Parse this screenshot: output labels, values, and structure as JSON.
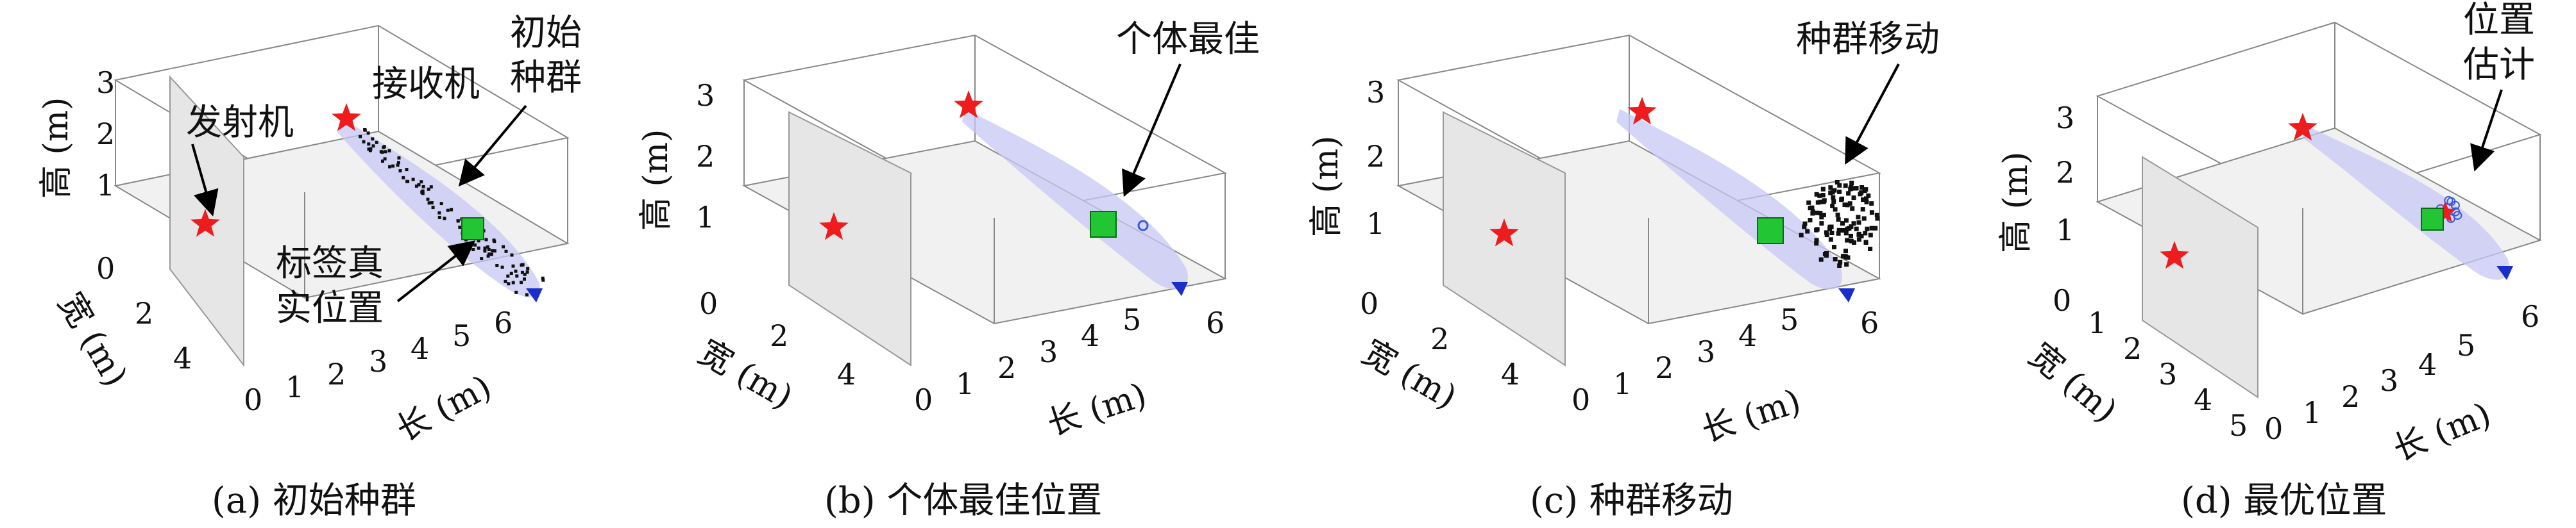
{
  "figure": {
    "panels": [
      {
        "id": "a",
        "caption": "(a) 初始种群",
        "annotations": {
          "transmitter": "发射机",
          "receiver": "接收机",
          "population_line1": "初始",
          "population_line2": "种群",
          "tag_line1": "标签真",
          "tag_line2": "实位置"
        }
      },
      {
        "id": "b",
        "caption": "(b) 个体最佳位置",
        "annotations": {
          "best": "个体最佳"
        }
      },
      {
        "id": "c",
        "caption": "(c) 种群移动",
        "annotations": {
          "moving": "种群移动"
        }
      },
      {
        "id": "d",
        "caption": "(d) 最优位置",
        "annotations": {
          "estimate_line1": "位置",
          "estimate_line2": "估计"
        }
      }
    ]
  },
  "chart_data": [
    {
      "type": "scatter",
      "panel": "a",
      "xlabel": "长 (m)",
      "ylabel": "宽 (m)",
      "zlabel": "高 (m)",
      "xticks": [
        "0",
        "1",
        "2",
        "3",
        "4",
        "5",
        "6"
      ],
      "yticks": [
        "0",
        "2",
        "4"
      ],
      "zticks": [
        "1",
        "2",
        "3"
      ],
      "xlim": [
        0,
        6
      ],
      "ylim": [
        0,
        4
      ],
      "zlim": [
        0,
        3
      ],
      "markers": [
        {
          "label": "发射机",
          "shape": "star",
          "color": "#ee1c1c",
          "x": 0,
          "y": 3.2,
          "z": 1.0
        },
        {
          "label": "接收机",
          "shape": "star",
          "color": "#ee1c1c",
          "x": 0.3,
          "y": 0.0,
          "z": 2.6
        },
        {
          "label": "标签真实位置",
          "shape": "square",
          "color": "#22c533",
          "x": 4.5,
          "y": 0.8,
          "z": 1.0
        },
        {
          "label": "",
          "shape": "triangle",
          "color": "#1a2ecc",
          "x": 5.8,
          "y": 0.9,
          "z": 0.4
        }
      ],
      "population": {
        "label": "初始种群",
        "count": 110,
        "color": "#111111",
        "spread": "along-ellipse"
      }
    },
    {
      "type": "scatter",
      "panel": "b",
      "xlabel": "长 (m)",
      "ylabel": "宽 (m)",
      "zlabel": "高 (m)",
      "xticks": [
        "0",
        "1",
        "2",
        "3",
        "4",
        "5",
        "6"
      ],
      "yticks": [
        "0",
        "2",
        "4"
      ],
      "zticks": [
        "1",
        "2",
        "3"
      ],
      "xlim": [
        0,
        6
      ],
      "ylim": [
        0,
        4
      ],
      "zlim": [
        0,
        3
      ],
      "markers": [
        {
          "label": "",
          "shape": "star",
          "color": "#ee1c1c",
          "x": 0,
          "y": 3.2,
          "z": 1.0
        },
        {
          "label": "",
          "shape": "star",
          "color": "#ee1c1c",
          "x": 0.3,
          "y": 0.0,
          "z": 2.6
        },
        {
          "label": "",
          "shape": "square",
          "color": "#22c533",
          "x": 4.5,
          "y": 0.8,
          "z": 1.0
        },
        {
          "label": "",
          "shape": "triangle",
          "color": "#1a2ecc",
          "x": 5.8,
          "y": 0.9,
          "z": 0.4
        },
        {
          "label": "个体最佳",
          "shape": "circle",
          "color": "#3a5bd9",
          "x": 4.8,
          "y": 0.8,
          "z": 1.0
        }
      ],
      "population": null
    },
    {
      "type": "scatter",
      "panel": "c",
      "xlabel": "长 (m)",
      "ylabel": "宽 (m)",
      "zlabel": "高 (m)",
      "xticks": [
        "0",
        "1",
        "2",
        "3",
        "4",
        "5",
        "6"
      ],
      "yticks": [
        "0",
        "2",
        "4"
      ],
      "zticks": [
        "1",
        "2",
        "3"
      ],
      "xlim": [
        0,
        6
      ],
      "ylim": [
        0,
        4
      ],
      "zlim": [
        0,
        3
      ],
      "markers": [
        {
          "label": "",
          "shape": "star",
          "color": "#ee1c1c",
          "x": 0,
          "y": 3.2,
          "z": 1.0
        },
        {
          "label": "",
          "shape": "star",
          "color": "#ee1c1c",
          "x": 0.3,
          "y": 0.0,
          "z": 2.6
        },
        {
          "label": "",
          "shape": "square",
          "color": "#22c533",
          "x": 4.5,
          "y": 0.8,
          "z": 1.0
        },
        {
          "label": "",
          "shape": "triangle",
          "color": "#1a2ecc",
          "x": 5.8,
          "y": 0.9,
          "z": 0.4
        }
      ],
      "population": {
        "label": "种群移动",
        "count": 120,
        "color": "#111111",
        "spread": "cluster"
      }
    },
    {
      "type": "scatter",
      "panel": "d",
      "xlabel": "长 (m)",
      "ylabel": "宽 (m)",
      "zlabel": "高 (m)",
      "xticks": [
        "0",
        "1",
        "2",
        "3",
        "4",
        "5",
        "6"
      ],
      "yticks": [
        "0",
        "1",
        "2",
        "3",
        "4",
        "5"
      ],
      "zticks": [
        "1",
        "2",
        "3"
      ],
      "xlim": [
        0,
        6
      ],
      "ylim": [
        0,
        5
      ],
      "zlim": [
        0,
        3
      ],
      "markers": [
        {
          "label": "",
          "shape": "star",
          "color": "#ee1c1c",
          "x": 0,
          "y": 3.2,
          "z": 1.0
        },
        {
          "label": "",
          "shape": "star",
          "color": "#ee1c1c",
          "x": 0.3,
          "y": 0.0,
          "z": 2.6
        },
        {
          "label": "",
          "shape": "square",
          "color": "#22c533",
          "x": 4.5,
          "y": 0.8,
          "z": 1.0
        },
        {
          "label": "",
          "shape": "triangle",
          "color": "#1a2ecc",
          "x": 5.8,
          "y": 0.9,
          "z": 0.4
        },
        {
          "label": "位置估计",
          "shape": "star",
          "color": "#ee1c1c",
          "x": 4.8,
          "y": 0.8,
          "z": 1.0
        }
      ],
      "population": {
        "label": "",
        "count": 8,
        "color": "#3a5bd9",
        "spread": "tight-circles"
      }
    }
  ]
}
